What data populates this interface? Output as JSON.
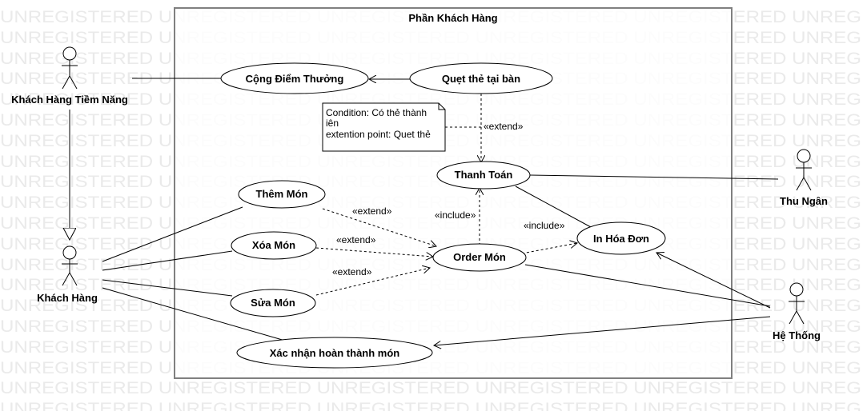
{
  "watermark": "UNREGISTERED",
  "system": {
    "title": "Phần Khách Hàng"
  },
  "actors": {
    "potential_customer": "Khách Hàng Tiềm Năng",
    "customer": "Khách Hàng",
    "cashier": "Thu Ngân",
    "system": "Hệ Thống"
  },
  "use_cases": {
    "add_points": "Cộng Điểm Thưởng",
    "swipe_card": "Quẹt thẻ tại bàn",
    "payment": "Thanh Toán",
    "add_item": "Thêm Món",
    "delete_item": "Xóa Món",
    "edit_item": "Sửa Món",
    "order": "Order Món",
    "print_invoice": "In Hóa Đơn",
    "confirm_done": "Xác nhận hoàn thành món"
  },
  "stereotypes": {
    "extend": "«extend»",
    "include": "«include»"
  },
  "note": {
    "line1": "Condition: Có thẻ thành",
    "line2": "iên",
    "line3": "extention point: Quet thẻ"
  },
  "colors": {
    "watermark": "#eaeaea",
    "line": "#000000",
    "frame": "#808080"
  }
}
